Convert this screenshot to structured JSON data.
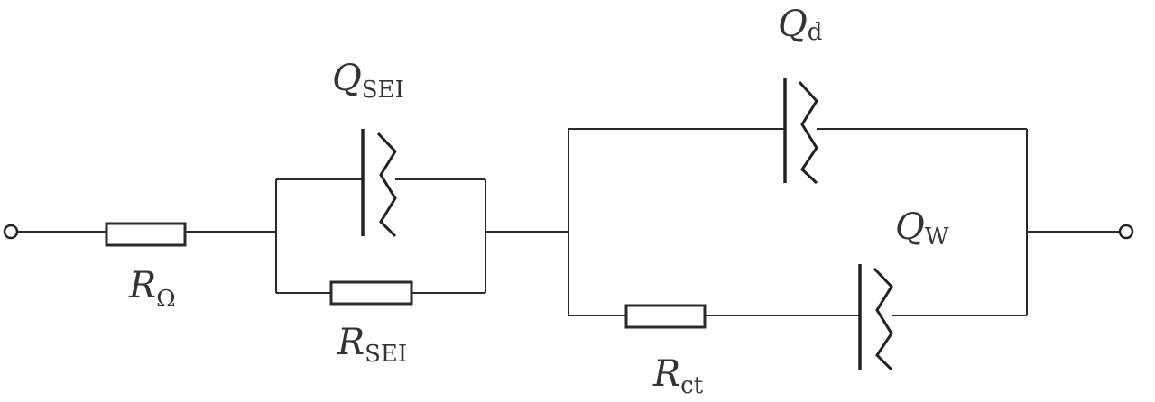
{
  "labels": {
    "r_omega": {
      "main": "R",
      "sub": "Ω"
    },
    "q_sei": {
      "main": "Q",
      "sub": "SEI"
    },
    "r_sei": {
      "main": "R",
      "sub": "SEI"
    },
    "q_d": {
      "main": "Q",
      "sub": "d"
    },
    "q_w": {
      "main": "Q",
      "sub": "W"
    },
    "r_ct": {
      "main": "R",
      "sub": "ct"
    }
  }
}
